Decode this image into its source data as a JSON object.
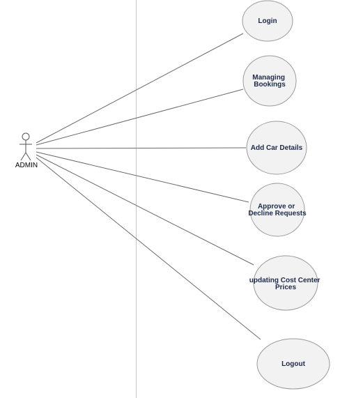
{
  "actor": {
    "name": "ADMIN"
  },
  "use_cases": [
    {
      "id": "login",
      "lines": [
        "Login"
      ]
    },
    {
      "id": "managing-bookings",
      "lines": [
        "Managing",
        "Bookings"
      ]
    },
    {
      "id": "add-car-details",
      "lines": [
        "Add Car Details"
      ]
    },
    {
      "id": "approve-decline",
      "lines": [
        "Approve or",
        "Decline Requests"
      ]
    },
    {
      "id": "updating-cost-center",
      "lines": [
        "updating Cost Center",
        "Prices"
      ]
    },
    {
      "id": "logout",
      "lines": [
        "Logout"
      ]
    }
  ],
  "colors": {
    "use_case_fill": "#f2f2f2",
    "use_case_stroke": "#9a9a9a",
    "use_case_text": "#1e2a48",
    "association_line": "#6a6a6a",
    "boundary_line": "#c8c8c8"
  }
}
